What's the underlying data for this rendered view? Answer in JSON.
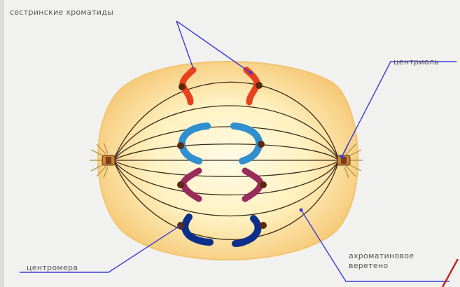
{
  "labels": {
    "sister_chromatids": "сестринские хроматиды",
    "centriole": "центриоль",
    "centromere": "центромера",
    "spindle": "ахроматиновое\nверетено"
  },
  "colors": {
    "cell_outer": "#f6d089",
    "cell_inner": "#fff3c6",
    "spindle_fiber": "#3b2b1a",
    "pointer_line": "#3a3ad8",
    "centromere": "#5a2a10",
    "chromatid_pair_1": "#e8401c",
    "chromatid_pair_2": "#2f8fcf",
    "chromatid_pair_3": "#9b2a5c",
    "chromatid_pair_4": "#0c2f8c",
    "corner_mark": "#c0281e"
  },
  "icons": {
    "centriole": "centriole-cylinder-icon"
  }
}
